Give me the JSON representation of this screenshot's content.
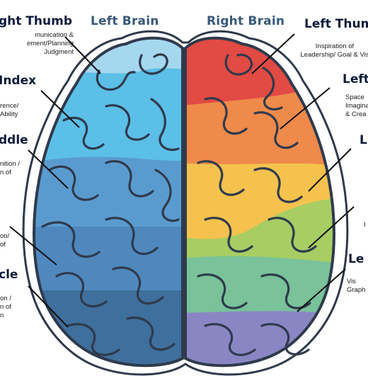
{
  "hemispheres": {
    "left": {
      "title": "Left Brain"
    },
    "right": {
      "title": "Right Brain"
    }
  },
  "left_labels": [
    {
      "title": "ght Thumb",
      "desc": [
        "munication &",
        "ement/Planning",
        "Judgment"
      ]
    },
    {
      "title": "Index",
      "desc": [
        "rence/",
        "Ability"
      ]
    },
    {
      "title": "ddle",
      "desc": [
        "nition /",
        "n of"
      ]
    },
    {
      "title": "",
      "desc": [
        "on/",
        "of"
      ]
    },
    {
      "title": "cle",
      "desc": [
        "on /",
        "n of",
        "n"
      ]
    }
  ],
  "right_labels": [
    {
      "title": "Left Thumb",
      "desc": [
        "Inspiration of",
        "Leadership/ Goal & Vis"
      ]
    },
    {
      "title": "Left",
      "desc": [
        "Space",
        "Imaginatio",
        "& Crea"
      ]
    },
    {
      "title": "L",
      "desc": []
    },
    {
      "title": "",
      "desc": [
        "I"
      ]
    },
    {
      "title": "Le",
      "desc": [
        "Vis",
        "Graph"
      ]
    }
  ],
  "colors": {
    "left_zones": [
      "#a5d7ef",
      "#5cbfe7",
      "#5a9bcf",
      "#4f88bd",
      "#3f6f9c"
    ],
    "right_zones": [
      "#e24a44",
      "#ef8a4a",
      "#f5c24e",
      "#a7cd63",
      "#79c29a",
      "#8a86c4"
    ],
    "outline": "#2f3a4c",
    "leader_line": "#111111",
    "hemi_title": "#38587a"
  }
}
